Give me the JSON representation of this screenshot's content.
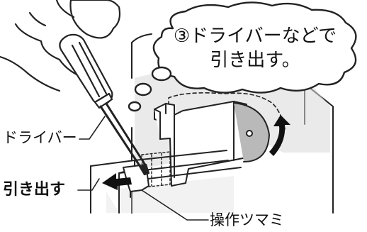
{
  "thought_bubble": {
    "line1": "③ドライバーなどで",
    "line2": "引き出す。"
  },
  "labels": {
    "screwdriver": "ドライバー",
    "pull_out": "引き出す",
    "knob": "操作ツマミ"
  },
  "icons": {
    "hand": "hand-icon",
    "screwdriver": "screwdriver-icon",
    "pull_arrow": "left-arrow-icon",
    "rotate_arrow": "curved-arrow-icon"
  }
}
